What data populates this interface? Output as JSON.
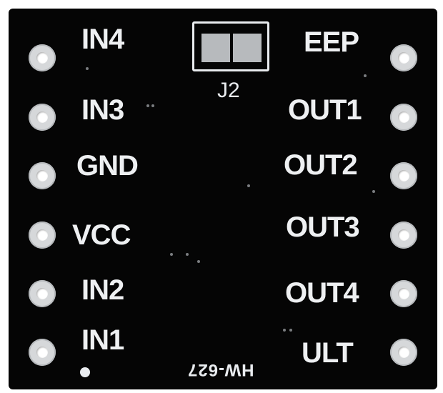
{
  "board": {
    "left_labels": [
      "IN4",
      "IN3",
      "GND",
      "VCC",
      "IN2",
      "IN1"
    ],
    "right_labels": [
      "EEP",
      "OUT1",
      "OUT2",
      "OUT3",
      "OUT4",
      "ULT"
    ],
    "jumper_label": "J2",
    "model_text": "HW-627"
  }
}
